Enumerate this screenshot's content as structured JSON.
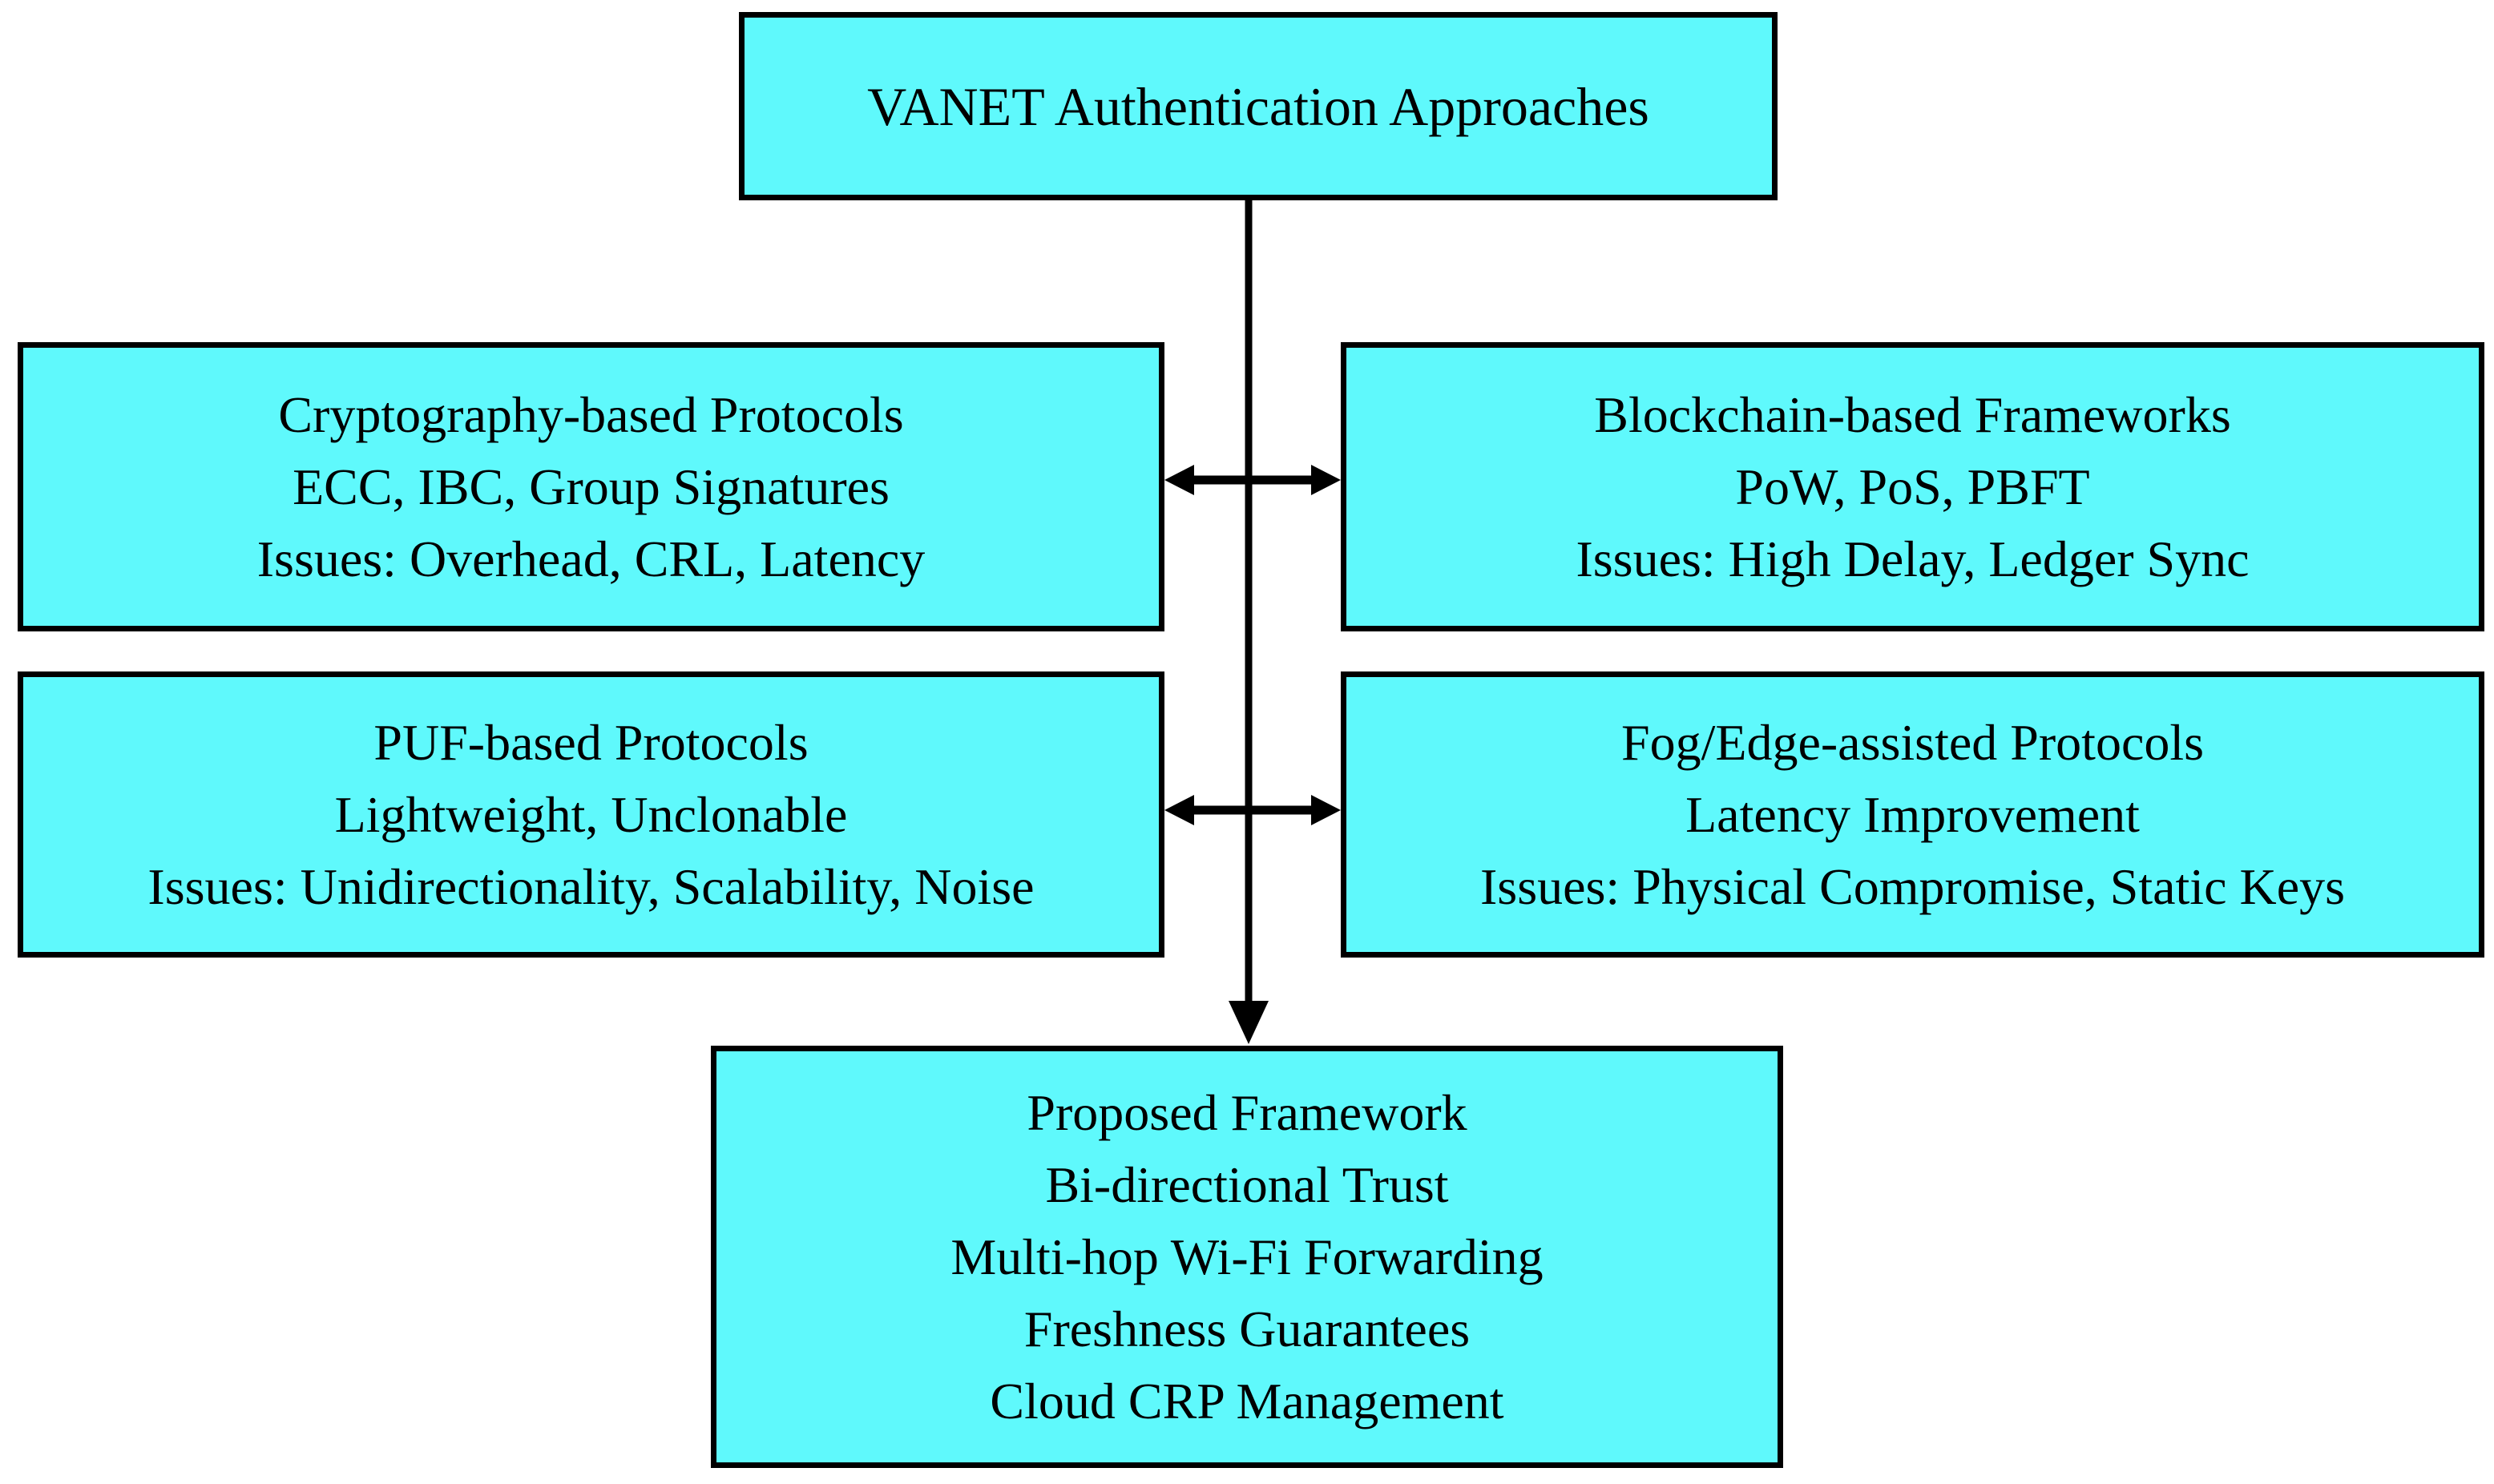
{
  "diagram_title": "VANET Authentication Approaches",
  "colors": {
    "box_fill": "#5FF9FC",
    "box_border": "#000000",
    "arrow": "#000000",
    "background": "#FFFFFF"
  },
  "boxes": {
    "top": {
      "lines": [
        "VANET Authentication Approaches"
      ]
    },
    "crypto": {
      "lines": [
        "Cryptography-based Protocols",
        "ECC, IBC, Group Signatures",
        "Issues: Overhead, CRL, Latency"
      ]
    },
    "blockchain": {
      "lines": [
        "Blockchain-based Frameworks",
        "PoW, PoS, PBFT",
        "Issues: High Delay, Ledger Sync"
      ]
    },
    "puf": {
      "lines": [
        "PUF-based Protocols",
        "Lightweight, Unclonable",
        "Issues: Unidirectionality, Scalability, Noise"
      ]
    },
    "fog": {
      "lines": [
        "Fog/Edge-assisted Protocols",
        "Latency Improvement",
        "Issues: Physical Compromise, Static Keys"
      ]
    },
    "proposed": {
      "lines": [
        "Proposed Framework",
        "Bi-directional Trust",
        "Multi-hop Wi-Fi Forwarding",
        "Freshness Guarantees",
        "Cloud CRP Management"
      ]
    }
  },
  "arrows": {
    "vertical": "top-to-proposed-arrow",
    "row1": "crypto-blockchain-bidirectional-arrow",
    "row2": "puf-fog-bidirectional-arrow"
  }
}
